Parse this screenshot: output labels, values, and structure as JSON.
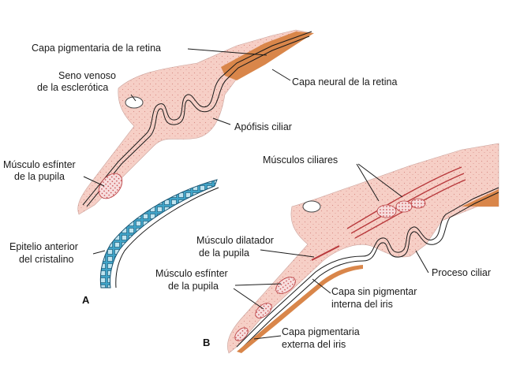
{
  "colors": {
    "tissue_pink": "#f6cfc6",
    "stipple": "#d98c86",
    "pigment_dark": "#2e2e33",
    "pigment_gray": "#8c8c92",
    "neural_orange": "#d9864a",
    "muscle_red": "#b8393c",
    "lens_blue": "#3fa3c7",
    "lens_dark": "#16516e"
  },
  "panel_a": {
    "letter": "A",
    "labels": {
      "pigment_retina": "Capa pigmentaria de la retina",
      "sinus_1": "Seno venoso",
      "sinus_2": "de la esclerótica",
      "neural_retina": "Capa neural de la retina",
      "ciliary_apophysis": "Apófisis ciliar",
      "sphincter_1": "Músculo esfínter",
      "sphincter_2": "de la pupila",
      "lens_epi_1": "Epitelio anterior",
      "lens_epi_2": "del cristalino"
    }
  },
  "panel_b": {
    "letter": "B",
    "labels": {
      "ciliary_muscles": "Músculos ciliares",
      "dilator_1": "Músculo dilatador",
      "dilator_2": "de la pupila",
      "sphincter_1": "Músculo esfínter",
      "sphincter_2": "de la pupila",
      "ciliary_process": "Proceso ciliar",
      "inner_1": "Capa sin pigmentar",
      "inner_2": "interna del iris",
      "outer_1": "Capa pigmentaria",
      "outer_2": "externa del iris"
    }
  }
}
